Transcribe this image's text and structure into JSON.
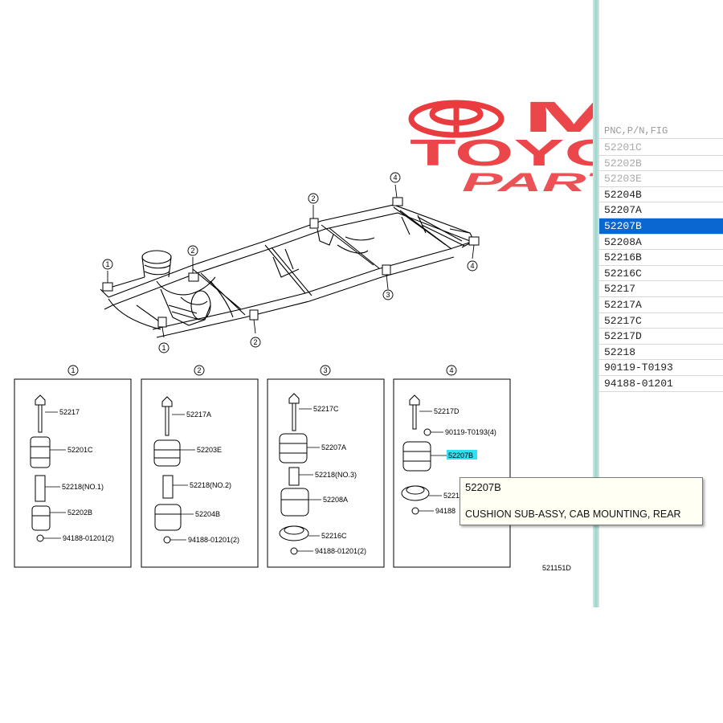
{
  "watermark": {
    "line1": "MC",
    "line2": "TOYOTA",
    "line3": "PARTS",
    "color": "#e8262b"
  },
  "diagram": {
    "callouts": [
      "1",
      "2",
      "3",
      "4"
    ],
    "figure_id": "521151D",
    "boxes": [
      {
        "number": "1",
        "labels": [
          "52217",
          "52201C",
          "52218(NO.1)",
          "52202B",
          "94188-01201(2)"
        ]
      },
      {
        "number": "2",
        "labels": [
          "52217A",
          "52203E",
          "52218(NO.2)",
          "52204B",
          "94188-01201(2)"
        ]
      },
      {
        "number": "3",
        "labels": [
          "52217C",
          "52207A",
          "52218(NO.3)",
          "52208A",
          "52216C",
          "94188-01201(2)"
        ]
      },
      {
        "number": "4",
        "labels": [
          "52217D",
          "90119-T0193(4)",
          "52207B",
          "5221",
          "94188"
        ]
      }
    ]
  },
  "pnc_list": {
    "header": "PNC,P/N,FIG",
    "items": [
      "52201C",
      "52202B",
      "52203E",
      "52204B",
      "52207A",
      "52207B",
      "52208A",
      "52216B",
      "52216C",
      "52217",
      "52217A",
      "52217C",
      "52217D",
      "52218",
      "90119-T0193",
      "94188-01201"
    ],
    "selected": "52207B",
    "selected_color": "#0a66d0"
  },
  "tooltip": {
    "code": "52207B",
    "description": "CUSHION SUB-ASSY, CAB MOUNTING, REAR"
  }
}
